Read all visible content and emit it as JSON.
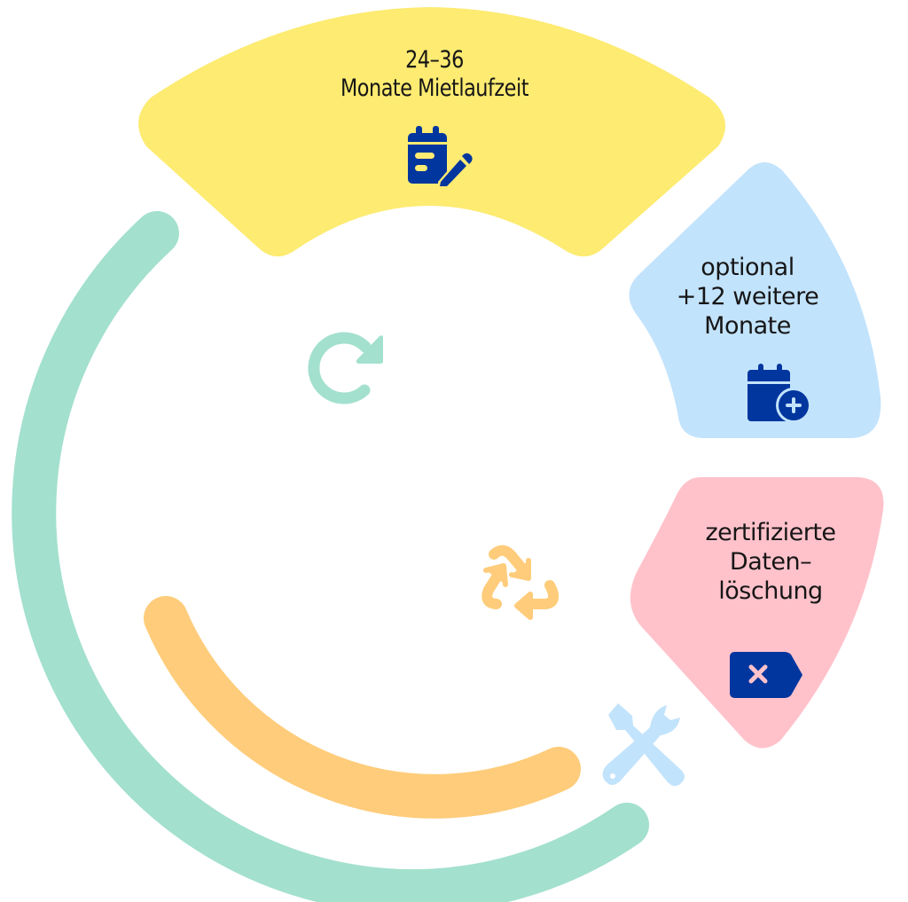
{
  "diagram": {
    "type": "lifecycle-cycle",
    "colors": {
      "yellow": "#FDEB72",
      "blue": "#C2E3FC",
      "pink": "#FFC2CB",
      "green": "#A3E0CE",
      "orange": "#FECC7A",
      "navy": "#00369E",
      "text": "#161616"
    },
    "stages": [
      {
        "id": "rental-term",
        "lines": [
          "24–36",
          "Monate Mietlaufzeit"
        ],
        "icon": "calendar-edit-icon",
        "color": "yellow"
      },
      {
        "id": "extension",
        "lines": [
          "optional",
          "+12 weitere",
          "Monate"
        ],
        "icon": "calendar-plus-icon",
        "color": "blue"
      },
      {
        "id": "data-deletion",
        "lines": [
          "zertifizierte",
          "Daten–",
          "löschung"
        ],
        "icon": "tag-x-icon",
        "color": "pink"
      }
    ],
    "cycle_icons": [
      {
        "name": "refresh-icon",
        "color": "green"
      },
      {
        "name": "recycle-icon",
        "color": "orange"
      },
      {
        "name": "tools-icon",
        "color": "blue"
      }
    ]
  }
}
